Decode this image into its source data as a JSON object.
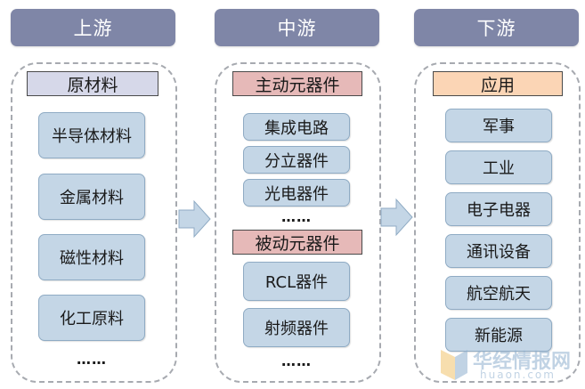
{
  "upstream": {
    "title": "上游",
    "category": "原材料",
    "items": [
      "半导体材料",
      "金属材料",
      "磁性材料",
      "化工原料"
    ],
    "ellipsis": "……"
  },
  "midstream": {
    "title": "中游",
    "active": {
      "category": "主动元器件",
      "items": [
        "集成电路",
        "分立器件",
        "光电器件"
      ],
      "ellipsis": "……"
    },
    "passive": {
      "category": "被动元器件",
      "items": [
        "RCL器件",
        "射频器件"
      ],
      "ellipsis": "……"
    }
  },
  "downstream": {
    "title": "下游",
    "category": "应用",
    "items": [
      "军事",
      "工业",
      "电子电器",
      "通讯设备",
      "航空航天",
      "新能源"
    ]
  },
  "watermark": {
    "name": "华经情报网",
    "domain": "huaon.com"
  },
  "colors": {
    "header": "#7f86a7",
    "raw_label": "#d6d8e9",
    "active_label": "#e6b9b8",
    "passive_label": "#e6b9b8",
    "application_label": "#fbd5b5",
    "item_box": "#c4d6e6",
    "arrow": "#c4d6e6"
  }
}
